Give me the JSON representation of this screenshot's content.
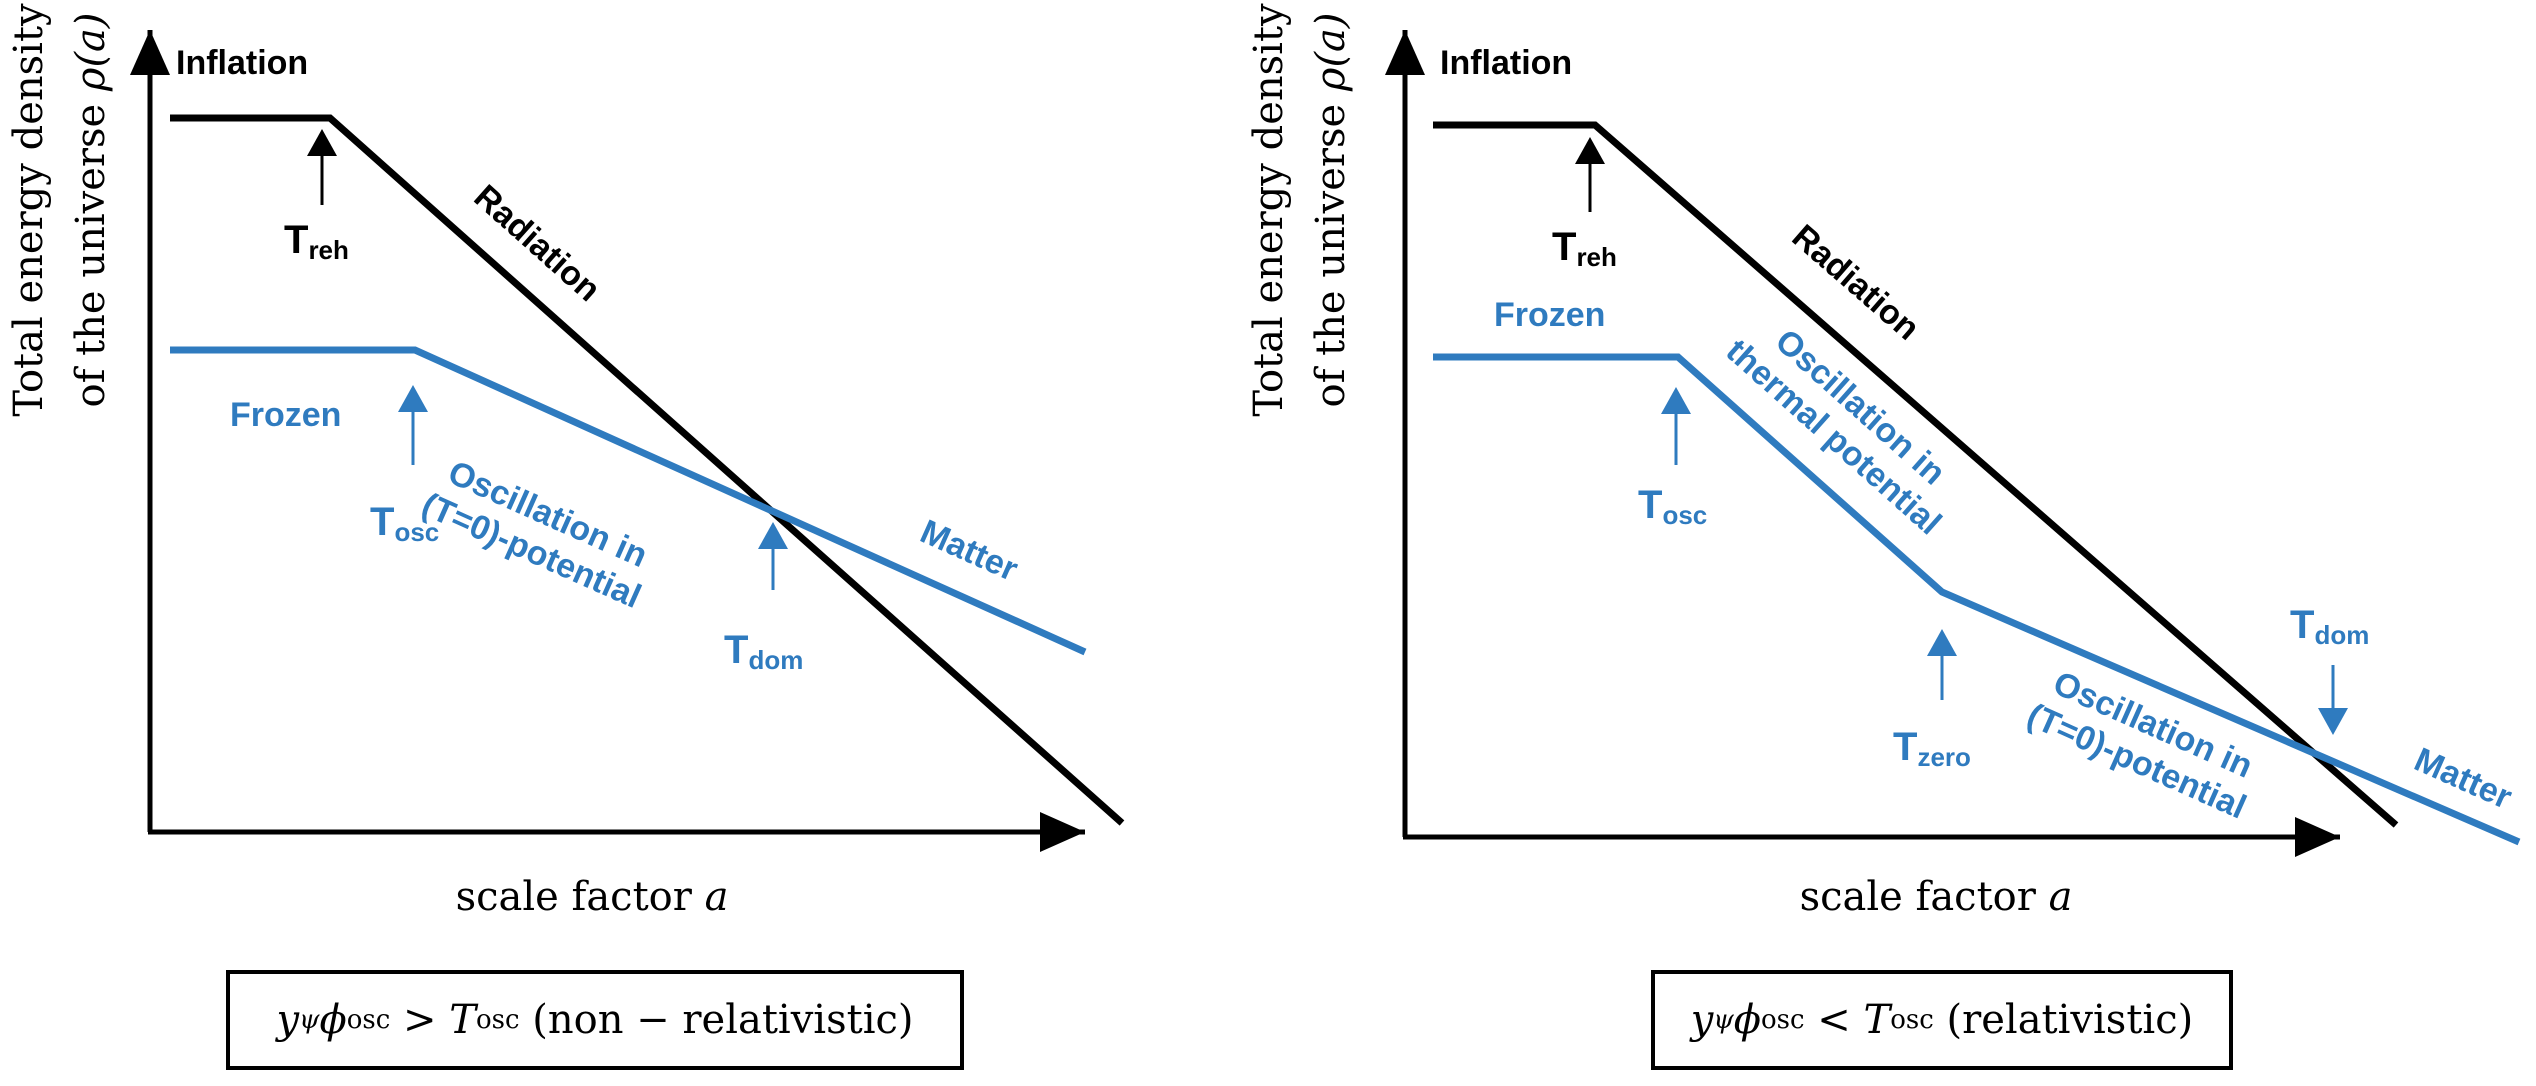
{
  "colors": {
    "black": "#000000",
    "blue": "#2f7bbf"
  },
  "panels": [
    {
      "ylabel_line1": "Total energy density",
      "ylabel_line2": "of the universe ",
      "ylabel_sym": "ρ(a)",
      "xlabel": "scale factor ",
      "xlabel_sym": "a",
      "inflation": "Inflation",
      "radiation": "Radiation",
      "frozen": "Frozen",
      "osc_line1": "Oscillation in",
      "osc_line2": "(T=0)-potential",
      "matter": "Matter",
      "t_reh": "T",
      "t_reh_sub": "reh",
      "t_osc": "T",
      "t_osc_sub": "osc",
      "t_dom": "T",
      "t_dom_sub": "dom",
      "caption": {
        "y": "y",
        "y_sub": "ψ",
        "phi": "ϕ",
        "phi_sub": "osc",
        "op": " > ",
        "t": "T",
        "t_sub": "osc",
        "tail": " (non − relativistic)"
      }
    },
    {
      "ylabel_line1": "Total energy density",
      "ylabel_line2": "of the universe ",
      "ylabel_sym": "ρ(a)",
      "xlabel": "scale factor ",
      "xlabel_sym": "a",
      "inflation": "Inflation",
      "radiation": "Radiation",
      "frozen": "Frozen",
      "thermal_line1": "Oscillation in",
      "thermal_line2": "thermal potential",
      "osc_line1": "Oscillation in",
      "osc_line2": "(T=0)-potential",
      "matter": "Matter",
      "t_reh": "T",
      "t_reh_sub": "reh",
      "t_osc": "T",
      "t_osc_sub": "osc",
      "t_zero": "T",
      "t_zero_sub": "zero",
      "t_dom": "T",
      "t_dom_sub": "dom",
      "caption": {
        "y": "y",
        "y_sub": "ψ",
        "phi": "ϕ",
        "phi_sub": "osc",
        "op": " < ",
        "t": "T",
        "t_sub": "osc",
        "tail": " (relativistic)"
      }
    }
  ]
}
